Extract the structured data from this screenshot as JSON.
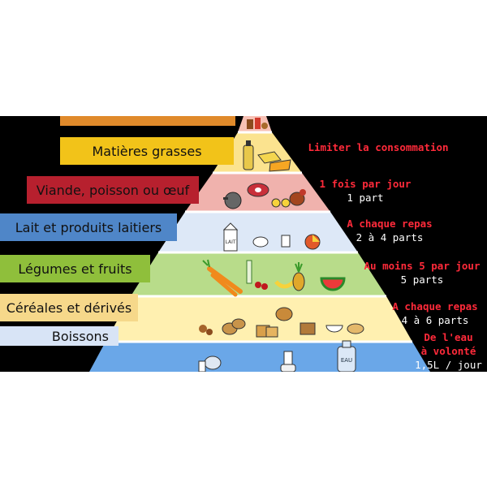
{
  "levels": [
    {
      "label": "",
      "color": "#e08a2b"
    },
    {
      "label": "Matières grasses",
      "color": "#f2c319",
      "advice_red": "Limiter la consommation",
      "advice_white": ""
    },
    {
      "label": "Viande, poisson ou œuf",
      "color": "#b7202e",
      "advice_red": "1 fois par jour",
      "advice_white": "1 part"
    },
    {
      "label": "Lait et produits laitiers",
      "color": "#4f86c8",
      "advice_red": "A chaque repas",
      "advice_white": "2 à 4 parts"
    },
    {
      "label": "Légumes et fruits",
      "color": "#8fbf3b",
      "advice_red": "Au moins 5 par jour",
      "advice_white": "5 parts"
    },
    {
      "label": "Céréales et dérivés",
      "color": "#f6d88a",
      "advice_red": "A chaque repas",
      "advice_white": "4 à 6 parts"
    },
    {
      "label": "Boissons",
      "color": "#d8e4f6",
      "advice_red": "De l'eau",
      "advice_red2": "à volonté",
      "advice_white": "1,5L / jour"
    }
  ],
  "pyramid_colors": [
    "#f7c1b5",
    "#fbe38f",
    "#f0b2ad",
    "#dde8f7",
    "#b8dc8a",
    "#fff0b0",
    "#6aa7e8"
  ],
  "food_labels": {
    "milk_carton": "LAIT",
    "water_bottle": "EAU"
  }
}
